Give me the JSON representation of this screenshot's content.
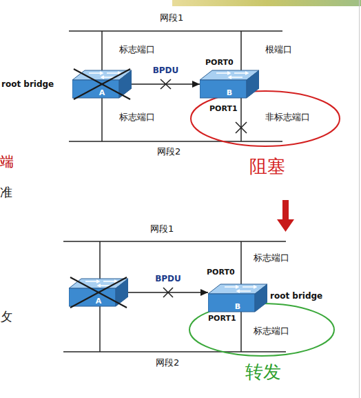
{
  "diagram": {
    "nodes": [
      {
        "text": [
          "A"
        ]
      },
      {
        "text": [
          "B"
        ]
      },
      {
        "text": [
          "A"
        ]
      },
      {
        "text": [
          "B"
        ]
      }
    ],
    "edges": [
      {
        "from": 0,
        "to": 1,
        "arrow": "to",
        "label": "BPDU"
      },
      {
        "from": 2,
        "to": 3,
        "arrow": "to",
        "label": "BPDU"
      }
    ],
    "labels": [
      "网段1",
      "标志端口",
      "根端口",
      "root bridge",
      "PORT0",
      "PORT1",
      "标志端口",
      "非标志端口",
      "网段2",
      "阻塞",
      "端",
      "准",
      "网段1",
      "标志端口",
      "PORT0",
      "root bridge",
      "PORT1",
      "标志端口",
      "网段2",
      "转发",
      "攵"
    ]
  }
}
